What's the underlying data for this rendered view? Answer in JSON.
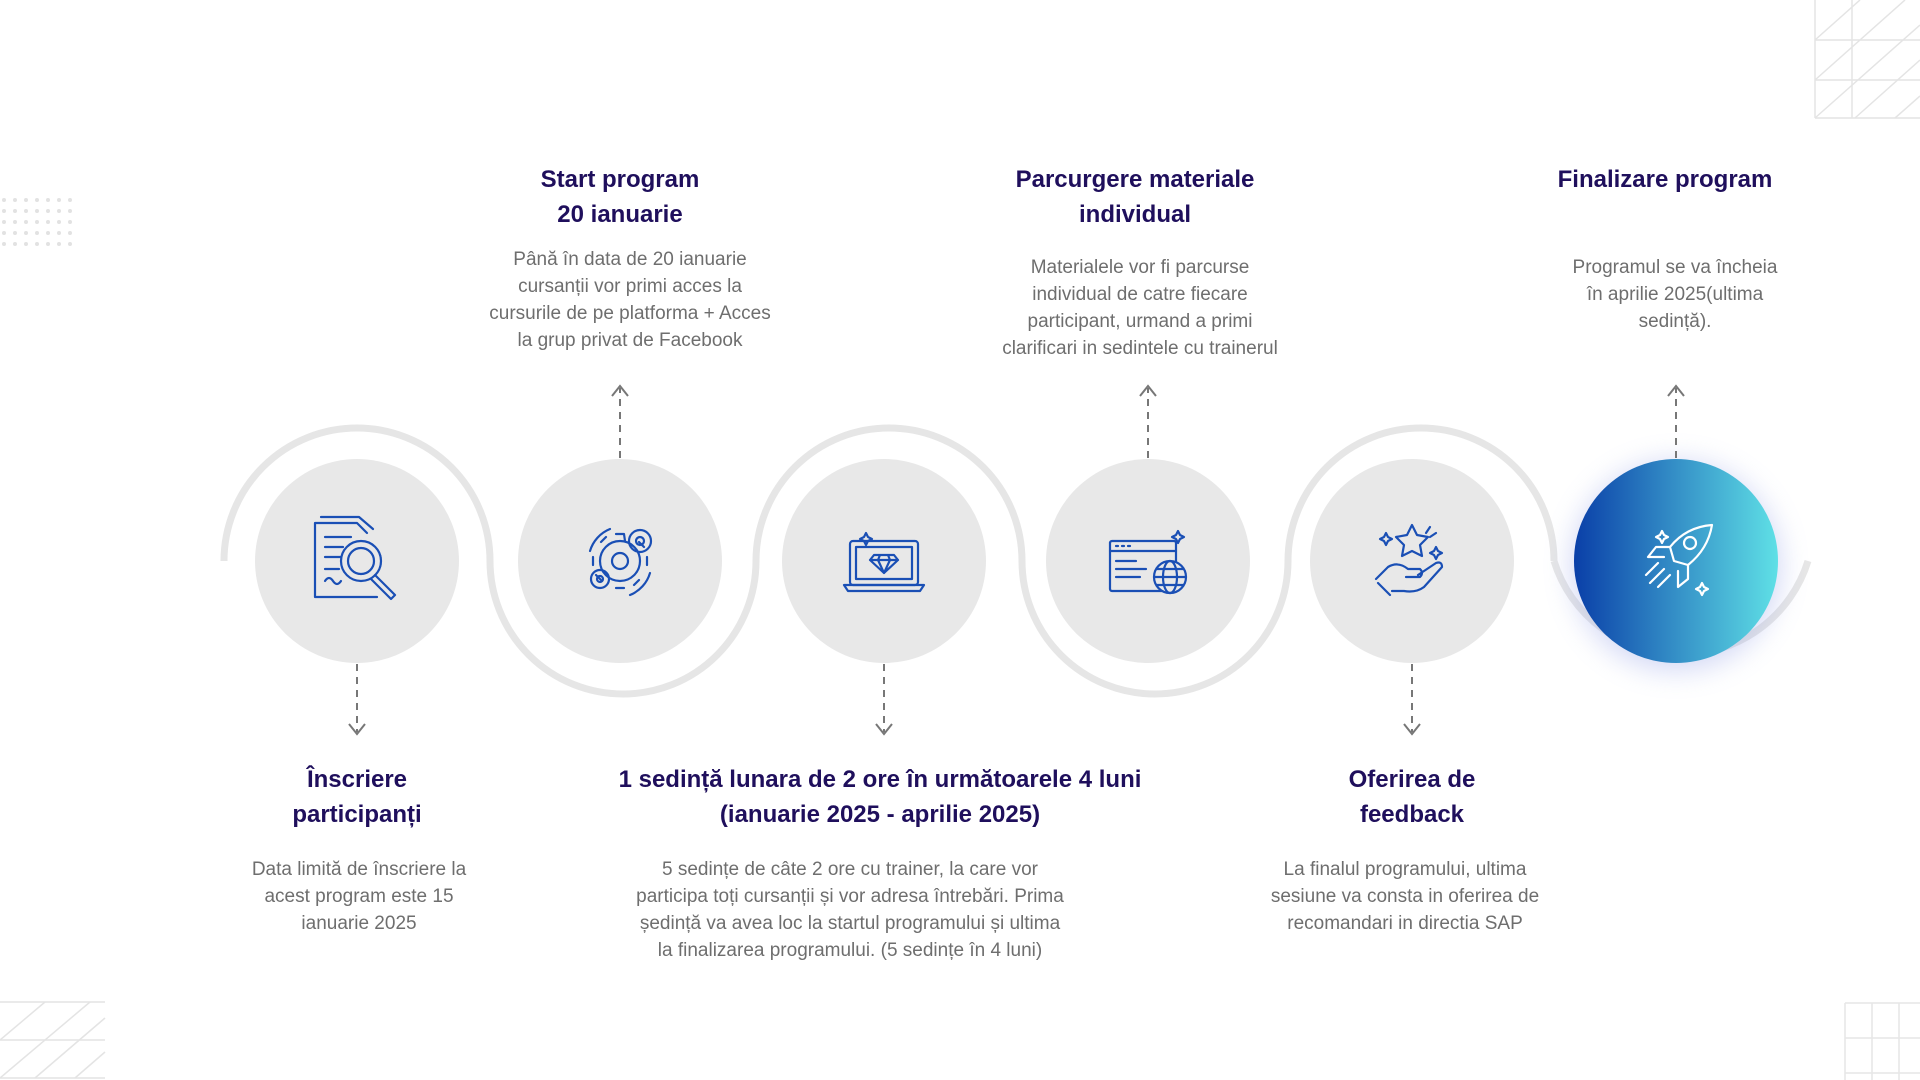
{
  "steps": [
    {
      "title_lines": [
        "Înscriere",
        "participanți"
      ],
      "desc_lines": [
        "Data limită de înscriere la",
        "acest program este 15",
        "ianuarie 2025"
      ],
      "icon": "document-search-icon",
      "position": "below"
    },
    {
      "title_lines": [
        "Start program",
        "20 ianuarie"
      ],
      "desc_lines": [
        "Până în data de 20 ianuarie",
        "cursanții vor primi acces la",
        "cursurile de pe platforma + Acces",
        "la grup privat de Facebook"
      ],
      "icon": "gears-icon",
      "position": "above"
    },
    {
      "title_lines": [
        "1 sedință lunara de 2 ore în următoarele 4 luni",
        "(ianuarie 2025 - aprilie 2025)"
      ],
      "desc_lines": [
        "5 sedințe de câte 2 ore cu trainer, la care vor",
        "participa toți cursanții și vor adresa întrebări. Prima",
        "ședință va avea loc la startul programului și ultima",
        "la finalizarea programului. (5 sedințe în 4 luni)"
      ],
      "icon": "laptop-diamond-icon",
      "position": "below"
    },
    {
      "title_lines": [
        "Parcurgere materiale",
        "individual"
      ],
      "desc_lines": [
        "Materialele vor fi parcurse",
        "individual de catre fiecare",
        "participant, urmand a primi",
        "clarificari in sedintele cu trainerul"
      ],
      "icon": "browser-globe-icon",
      "position": "above"
    },
    {
      "title_lines": [
        "Oferirea de",
        "feedback"
      ],
      "desc_lines": [
        "La finalul programului, ultima",
        "sesiune va consta in oferirea de",
        "recomandari in directia SAP"
      ],
      "icon": "hand-stars-icon",
      "position": "below"
    },
    {
      "title_lines": [
        "Finalizare program"
      ],
      "desc_lines": [
        "Programul se va încheia",
        "în aprilie 2025(ultima",
        "sedință)."
      ],
      "icon": "rocket-icon",
      "position": "above"
    }
  ],
  "colors": {
    "title": "#1f0f5c",
    "text": "#6e6e6e",
    "icon": "#1a4fb5",
    "circle": "#e8e8e8",
    "track": "#e6e6e6",
    "gradient_start": "#0a3fa8",
    "gradient_end": "#5fe0e6"
  }
}
